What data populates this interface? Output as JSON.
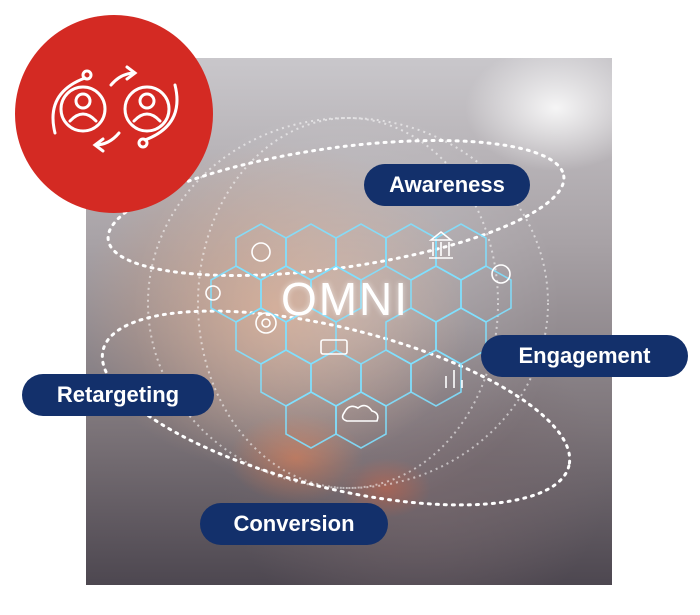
{
  "center_label": "OMNI",
  "stages": {
    "awareness": "Awareness",
    "engagement": "Engagement",
    "retargeting": "Retargeting",
    "conversion": "Conversion"
  },
  "colors": {
    "badge_red": "#d42a23",
    "pill_navy": "#13306b",
    "glow_cyan": "#7fe0ff"
  },
  "icons": [
    "users-cycle-icon",
    "bitcoin-icon",
    "lightbulb-icon",
    "target-icon",
    "seo-icon",
    "bank-icon",
    "settings-icon",
    "cloud-icon",
    "chart-icon"
  ]
}
